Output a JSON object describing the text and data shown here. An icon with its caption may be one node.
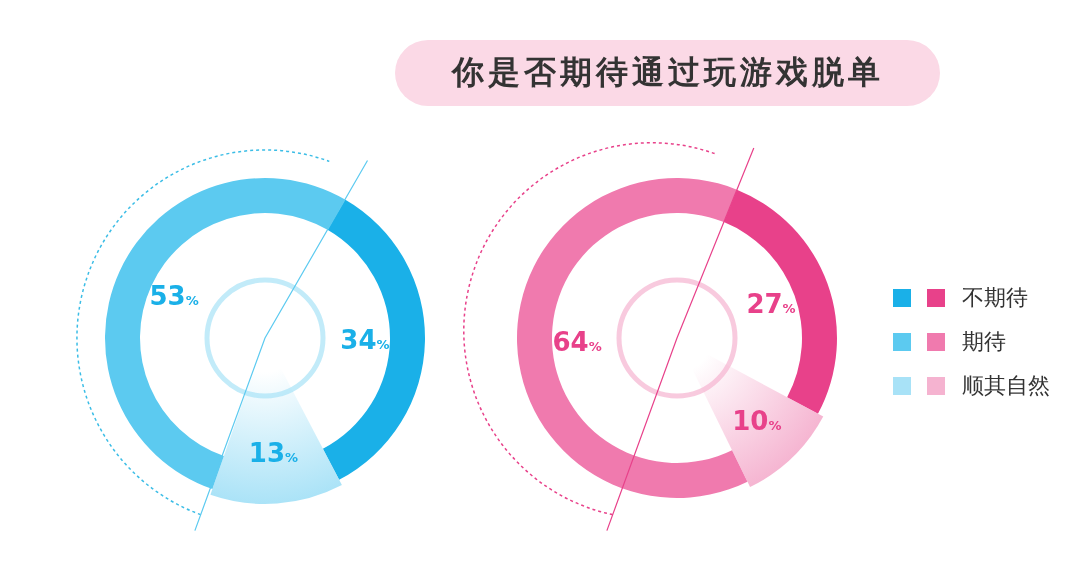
{
  "diagram": {
    "title": "你是否期待通过玩游戏脱单",
    "legend": [
      {
        "text": "不期待",
        "color": "#1ab0e8"
      },
      {
        "text": "期待",
        "color": "#5ccaf0"
      },
      {
        "text": "顺其自然",
        "color": "#a8e2f7"
      }
    ],
    "chart_data": [
      {
        "type": "pie",
        "values": [
          34,
          53,
          13
        ],
        "value_labels": [
          "34%",
          "53%",
          "13%"
        ]
      },
      {
        "type": "pie",
        "values": [
          27,
          64,
          10
        ],
        "value_labels": [
          "27%",
          "64%",
          "10%"
        ]
      }
    ]
  }
}
